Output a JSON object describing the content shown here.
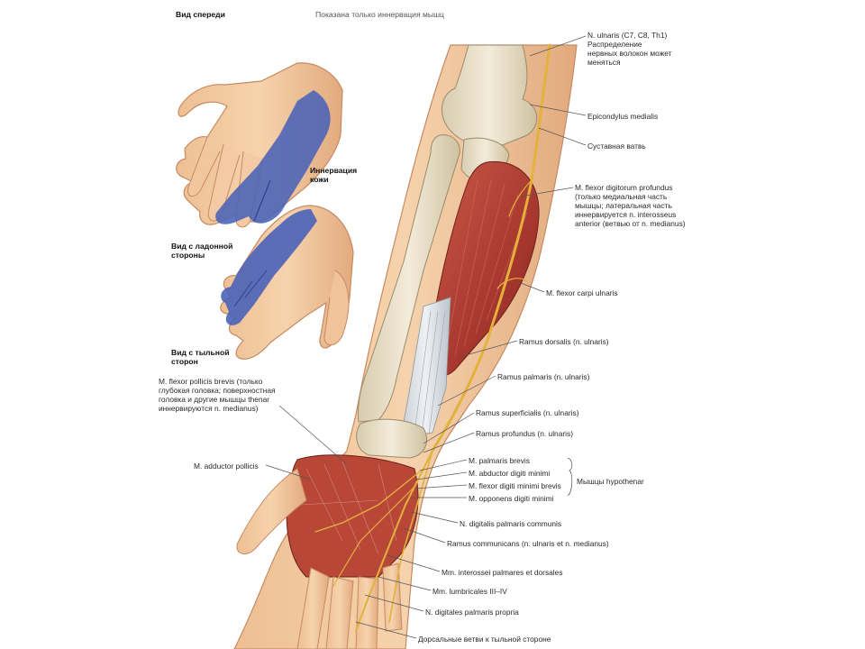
{
  "headers": {
    "front_view": "Вид спереди",
    "note": "Показана только иннервация мышц"
  },
  "hand_labels": {
    "skin_innervation": "Иннервация\nкожи",
    "palmar_view": "Вид с ладонной\nстороны",
    "dorsal_view": "Вид с тыльной\nсторон"
  },
  "left_labels": {
    "flexor_pollicis_brevis": "M. flexor pollicis brevis (только\nглубокая головка; поверхностная\nголовка и другие мышцы thenar\nиннервируются n. medianus)",
    "adductor_pollicis": "M. adductor pollicis"
  },
  "right_labels": {
    "n_ulnaris": "N. ulnaris (C7, C8, Th1)\nРаспределение\nнервных волокон может\nменяться",
    "epicondylus": "Epicondylus medialis",
    "capsule": "Суставная ватвь",
    "fdp": "M. flexor digitorum profundus\n(только медиальная часть\nмышцы; латеральная часть\nиннервируется n. interosseus\nanterior (ветвью от n. medianus)",
    "fcu": "M. flexor carpi ulnaris",
    "ramus_dorsalis": "Ramus dorsalis (n. ulnaris)",
    "ramus_palmaris": "Ramus palmaris (n. ulnaris)",
    "ramus_superficialis": "Ramus superficialis (n. ulnaris)",
    "ramus_profundus": "Ramus profundus (n. ulnaris)",
    "palmaris_brevis": "M. palmaris brevis",
    "abductor_dm": "M. abductor digiti minimi",
    "flexor_dm": "M. flexor digiti minimi brevis",
    "opponens_dm": "M. opponens digiti minimi",
    "hypothenar": "Мышцы hypothenar",
    "digitalis_communis": "N. digitalis palmaris communis",
    "communicans": "Ramus communicans (n. ulnaris et n. medianus)",
    "interossei": "Mm. interossei palmares et dorsales",
    "lumbricales": "Mm. lumbricales III–IV",
    "digitales_propria": "N. digitales palmaris propria",
    "dorsal_branches": "Дорсальные ветви к тыльной стороне"
  },
  "colors": {
    "skin": "#f2c9a0",
    "skin_shadow": "#d9a27a",
    "bone": "#ece3cc",
    "muscle": "#b8453a",
    "nerve": "#e3b23c",
    "innervation": "#4a62b8",
    "tendon": "#d6dbe0"
  }
}
